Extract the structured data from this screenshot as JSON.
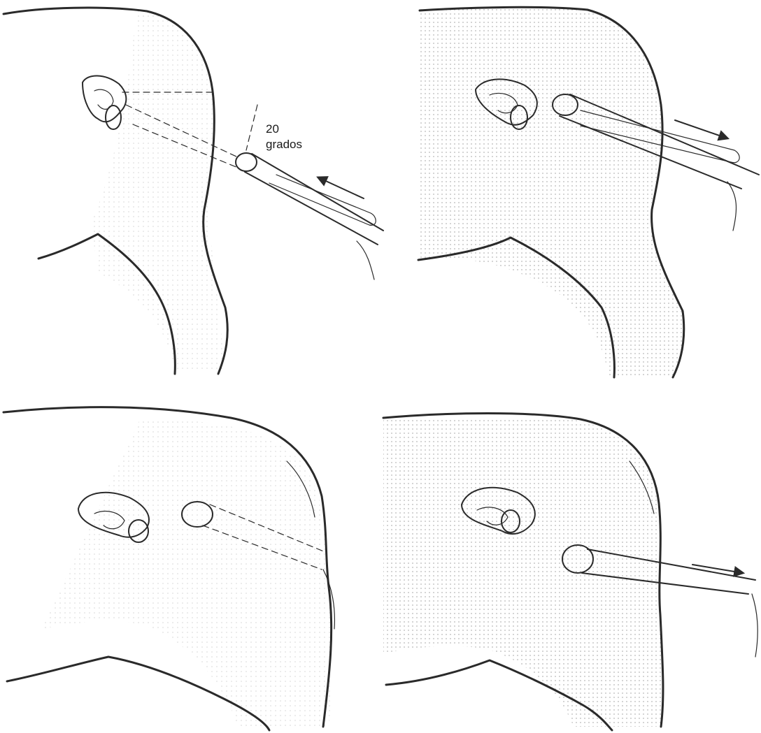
{
  "figure": {
    "panels": [
      {
        "id": "top-left",
        "arrow_direction": "in",
        "shaded": false,
        "angle_label": [
          "20",
          "grados"
        ]
      },
      {
        "id": "top-right",
        "arrow_direction": "out",
        "shaded": true
      },
      {
        "id": "bottom-left",
        "arrow_direction": "none",
        "shaded": false
      },
      {
        "id": "bottom-right",
        "arrow_direction": "out",
        "shaded": true
      }
    ]
  },
  "annotation": {
    "angle_value": "20",
    "angle_unit": "grados"
  },
  "colors": {
    "ink": "#2a2a2a",
    "shading": "#c8c8c8",
    "background": "#ffffff"
  }
}
